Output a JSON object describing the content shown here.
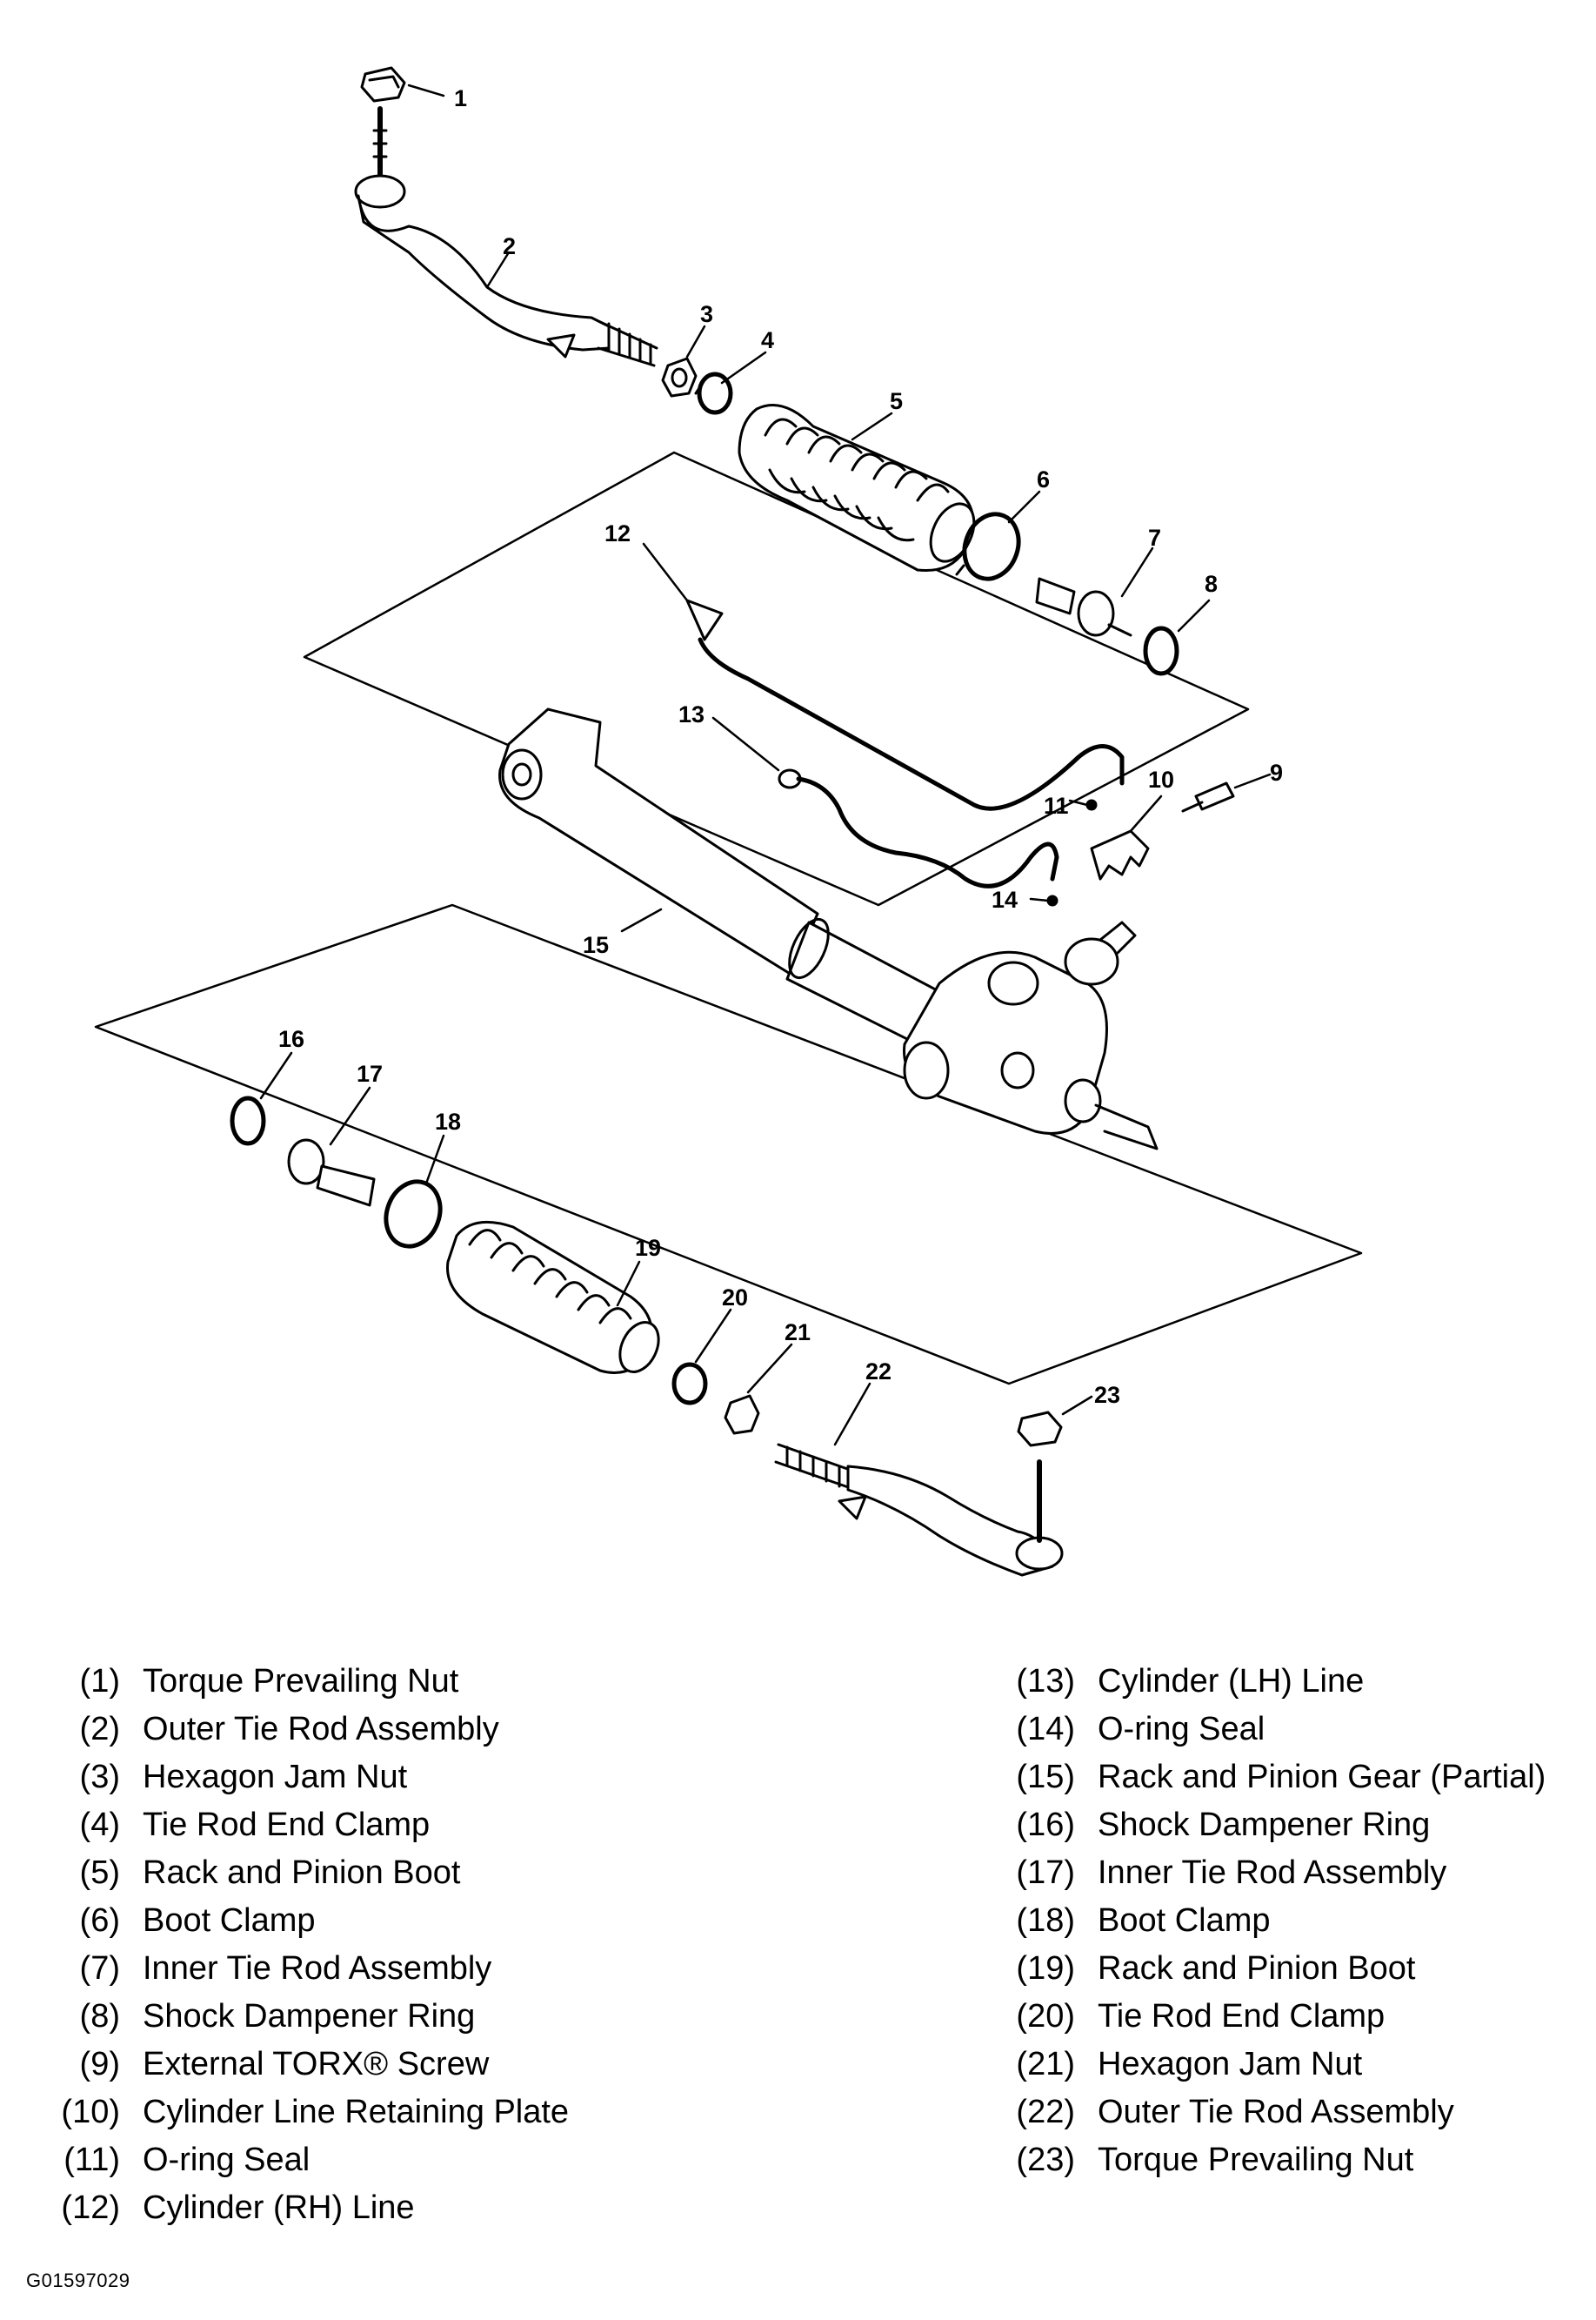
{
  "diagram": {
    "callouts": [
      "1",
      "2",
      "3",
      "4",
      "5",
      "6",
      "7",
      "8",
      "9",
      "10",
      "11",
      "12",
      "13",
      "14",
      "15",
      "16",
      "17",
      "18",
      "19",
      "20",
      "21",
      "22",
      "23"
    ]
  },
  "legend": {
    "left": [
      {
        "num": "(1)",
        "text": "Torque Prevailing Nut"
      },
      {
        "num": "(2)",
        "text": "Outer Tie Rod Assembly"
      },
      {
        "num": "(3)",
        "text": "Hexagon Jam Nut"
      },
      {
        "num": "(4)",
        "text": "Tie Rod End Clamp"
      },
      {
        "num": "(5)",
        "text": "Rack and Pinion Boot"
      },
      {
        "num": "(6)",
        "text": "Boot Clamp"
      },
      {
        "num": "(7)",
        "text": "Inner Tie Rod Assembly"
      },
      {
        "num": "(8)",
        "text": "Shock Dampener Ring"
      },
      {
        "num": "(9)",
        "text": "External TORX® Screw"
      },
      {
        "num": "(10)",
        "text": "Cylinder Line Retaining Plate"
      },
      {
        "num": "(11)",
        "text": "O-ring Seal"
      },
      {
        "num": "(12)",
        "text": "Cylinder (RH) Line"
      }
    ],
    "right": [
      {
        "num": "(13)",
        "text": "Cylinder (LH) Line"
      },
      {
        "num": "(14)",
        "text": "O-ring Seal"
      },
      {
        "num": "(15)",
        "text": "Rack and Pinion Gear (Partial)"
      },
      {
        "num": "(16)",
        "text": "Shock Dampener Ring"
      },
      {
        "num": "(17)",
        "text": "Inner Tie Rod Assembly"
      },
      {
        "num": "(18)",
        "text": "Boot Clamp"
      },
      {
        "num": "(19)",
        "text": "Rack and Pinion Boot"
      },
      {
        "num": "(20)",
        "text": "Tie Rod End Clamp"
      },
      {
        "num": "(21)",
        "text": "Hexagon Jam Nut"
      },
      {
        "num": "(22)",
        "text": "Outer Tie Rod Assembly"
      },
      {
        "num": "(23)",
        "text": "Torque Prevailing Nut"
      }
    ]
  },
  "footer": {
    "code": "G01597029"
  }
}
